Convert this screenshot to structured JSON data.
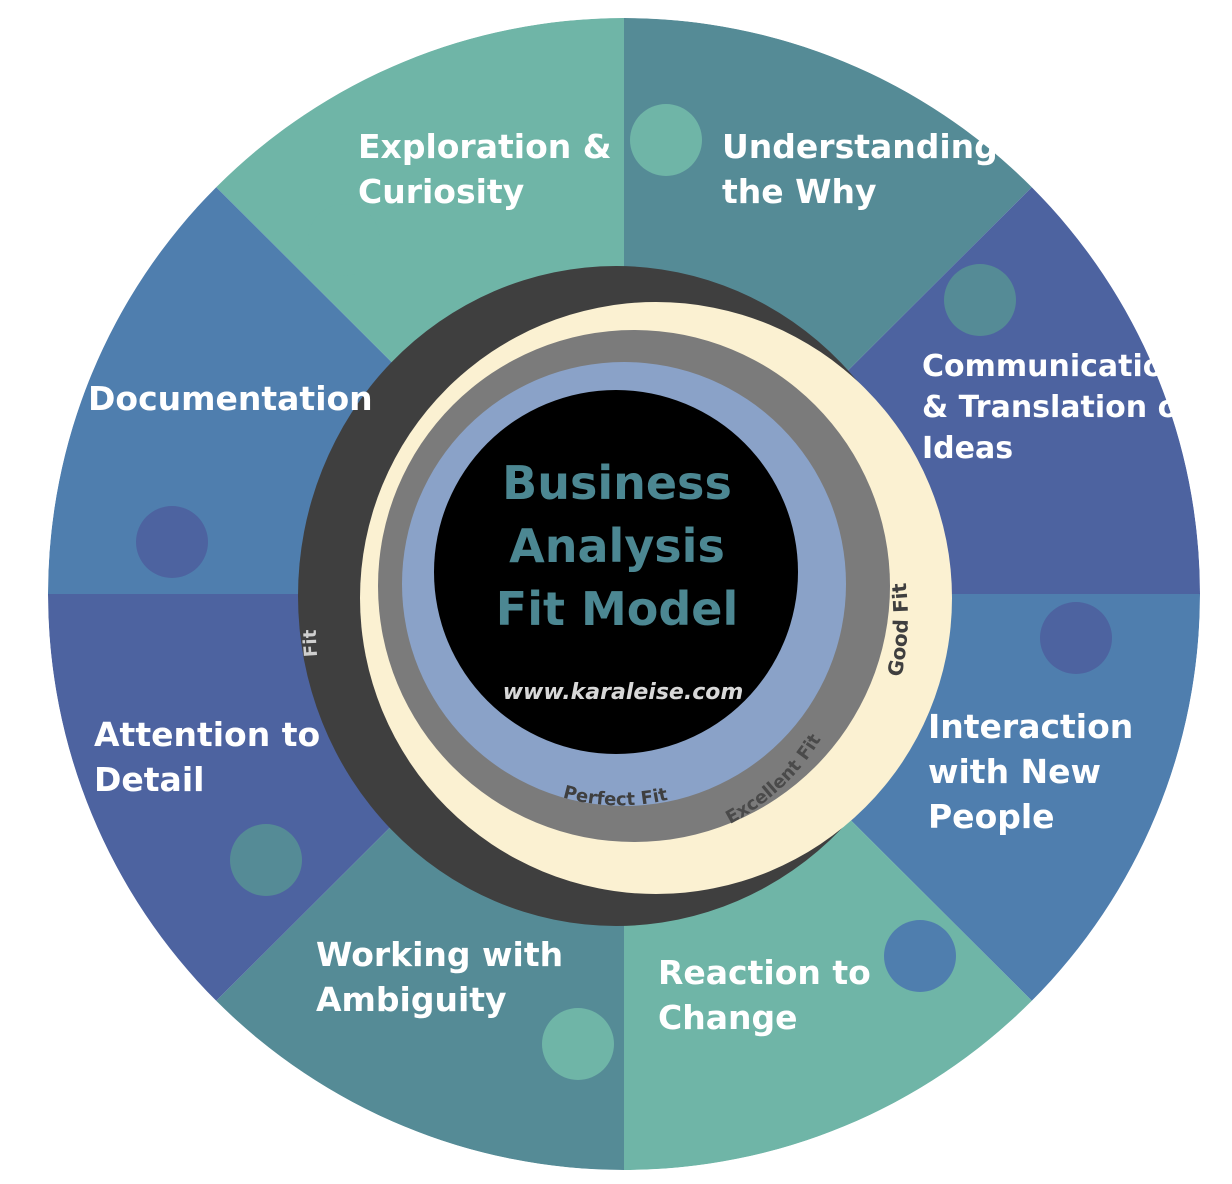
{
  "title": "Business\nAnalysis\nFit Model",
  "website": "www.karaleise.com",
  "rings": {
    "fit": "Fit",
    "good_fit": "Good Fit",
    "excellent_fit": "Excellent Fit",
    "perfect_fit": "Perfect Fit"
  },
  "segments": {
    "exploration": "Exploration &\nCuriosity",
    "understanding": "Understanding\nthe Why",
    "communication": "Communication\n& Translation of\nIdeas",
    "interaction": "Interaction\nwith New\nPeople",
    "reaction": "Reaction to\nChange",
    "ambiguity": "Working with\nAmbiguity",
    "attention": "Attention to\nDetail",
    "documentation": "Documentation"
  },
  "colors": {
    "teal_light": "#6fb5a7",
    "teal_dark": "#558b96",
    "blue_mid": "#4f7eae",
    "blue_deep": "#4d63a0",
    "ring_dark": "#3f3f3f",
    "ring_cream": "#fbf1d2",
    "ring_gray": "#7b7b7b",
    "ring_blue": "#8aa2c8",
    "center": "#000000",
    "title": "#4c8792"
  }
}
